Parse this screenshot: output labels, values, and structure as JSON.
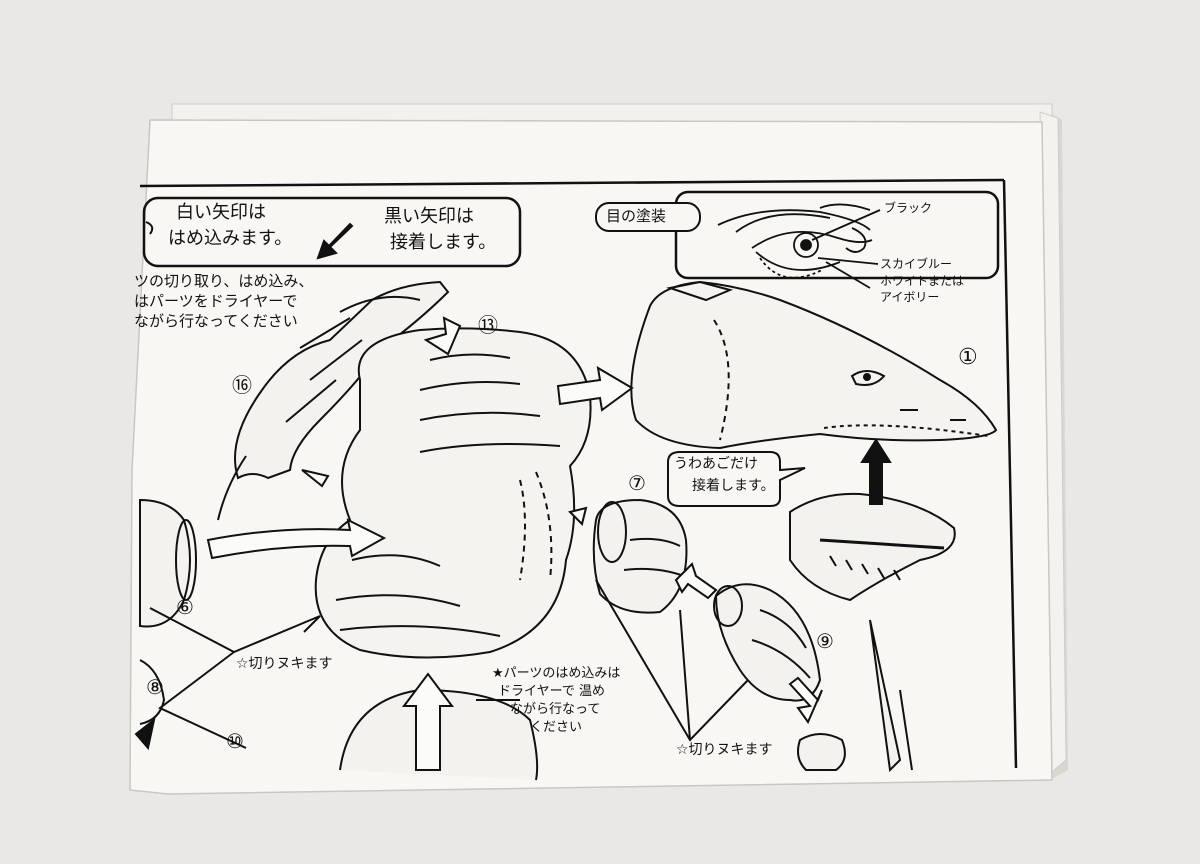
{
  "legend": {
    "white_arrow_line1": "白い矢印は",
    "white_arrow_line2": "はめ込みます。",
    "black_arrow_line1": "黒い矢印は",
    "black_arrow_line2": "接着します。"
  },
  "instructions": {
    "line1": "ツの切り取り、はめ込み、",
    "line2": "はパーツをドライヤーで",
    "line3": "ながら行なってください"
  },
  "eye_painting": {
    "title": "目の塗装",
    "black": "ブラック",
    "sky_blue": "スカイブルー",
    "white_or_ivory_line1": "ホワイトまたは",
    "white_or_ivory_line2": "アイボリー"
  },
  "jaw_note": {
    "line1": "うわあごだけ",
    "line2": "接着します。"
  },
  "part_numbers": {
    "p1": "①",
    "p6": "⑥",
    "p7": "⑦",
    "p8": "⑧",
    "p9": "⑨",
    "p10": "⑩",
    "p13": "⑬",
    "p16": "⑯"
  },
  "cut_notes": {
    "left": "☆切りヌキます",
    "bottom": "☆切りヌキます"
  },
  "fit_note": {
    "line1": "★パーツのはめ込みは",
    "line2": "ドライヤーで 温め",
    "line3": "ながら行なって",
    "line4": "ください"
  },
  "colors": {
    "background": "#e9e8e6",
    "paper": "#f8f7f4",
    "ink": "#111111"
  }
}
